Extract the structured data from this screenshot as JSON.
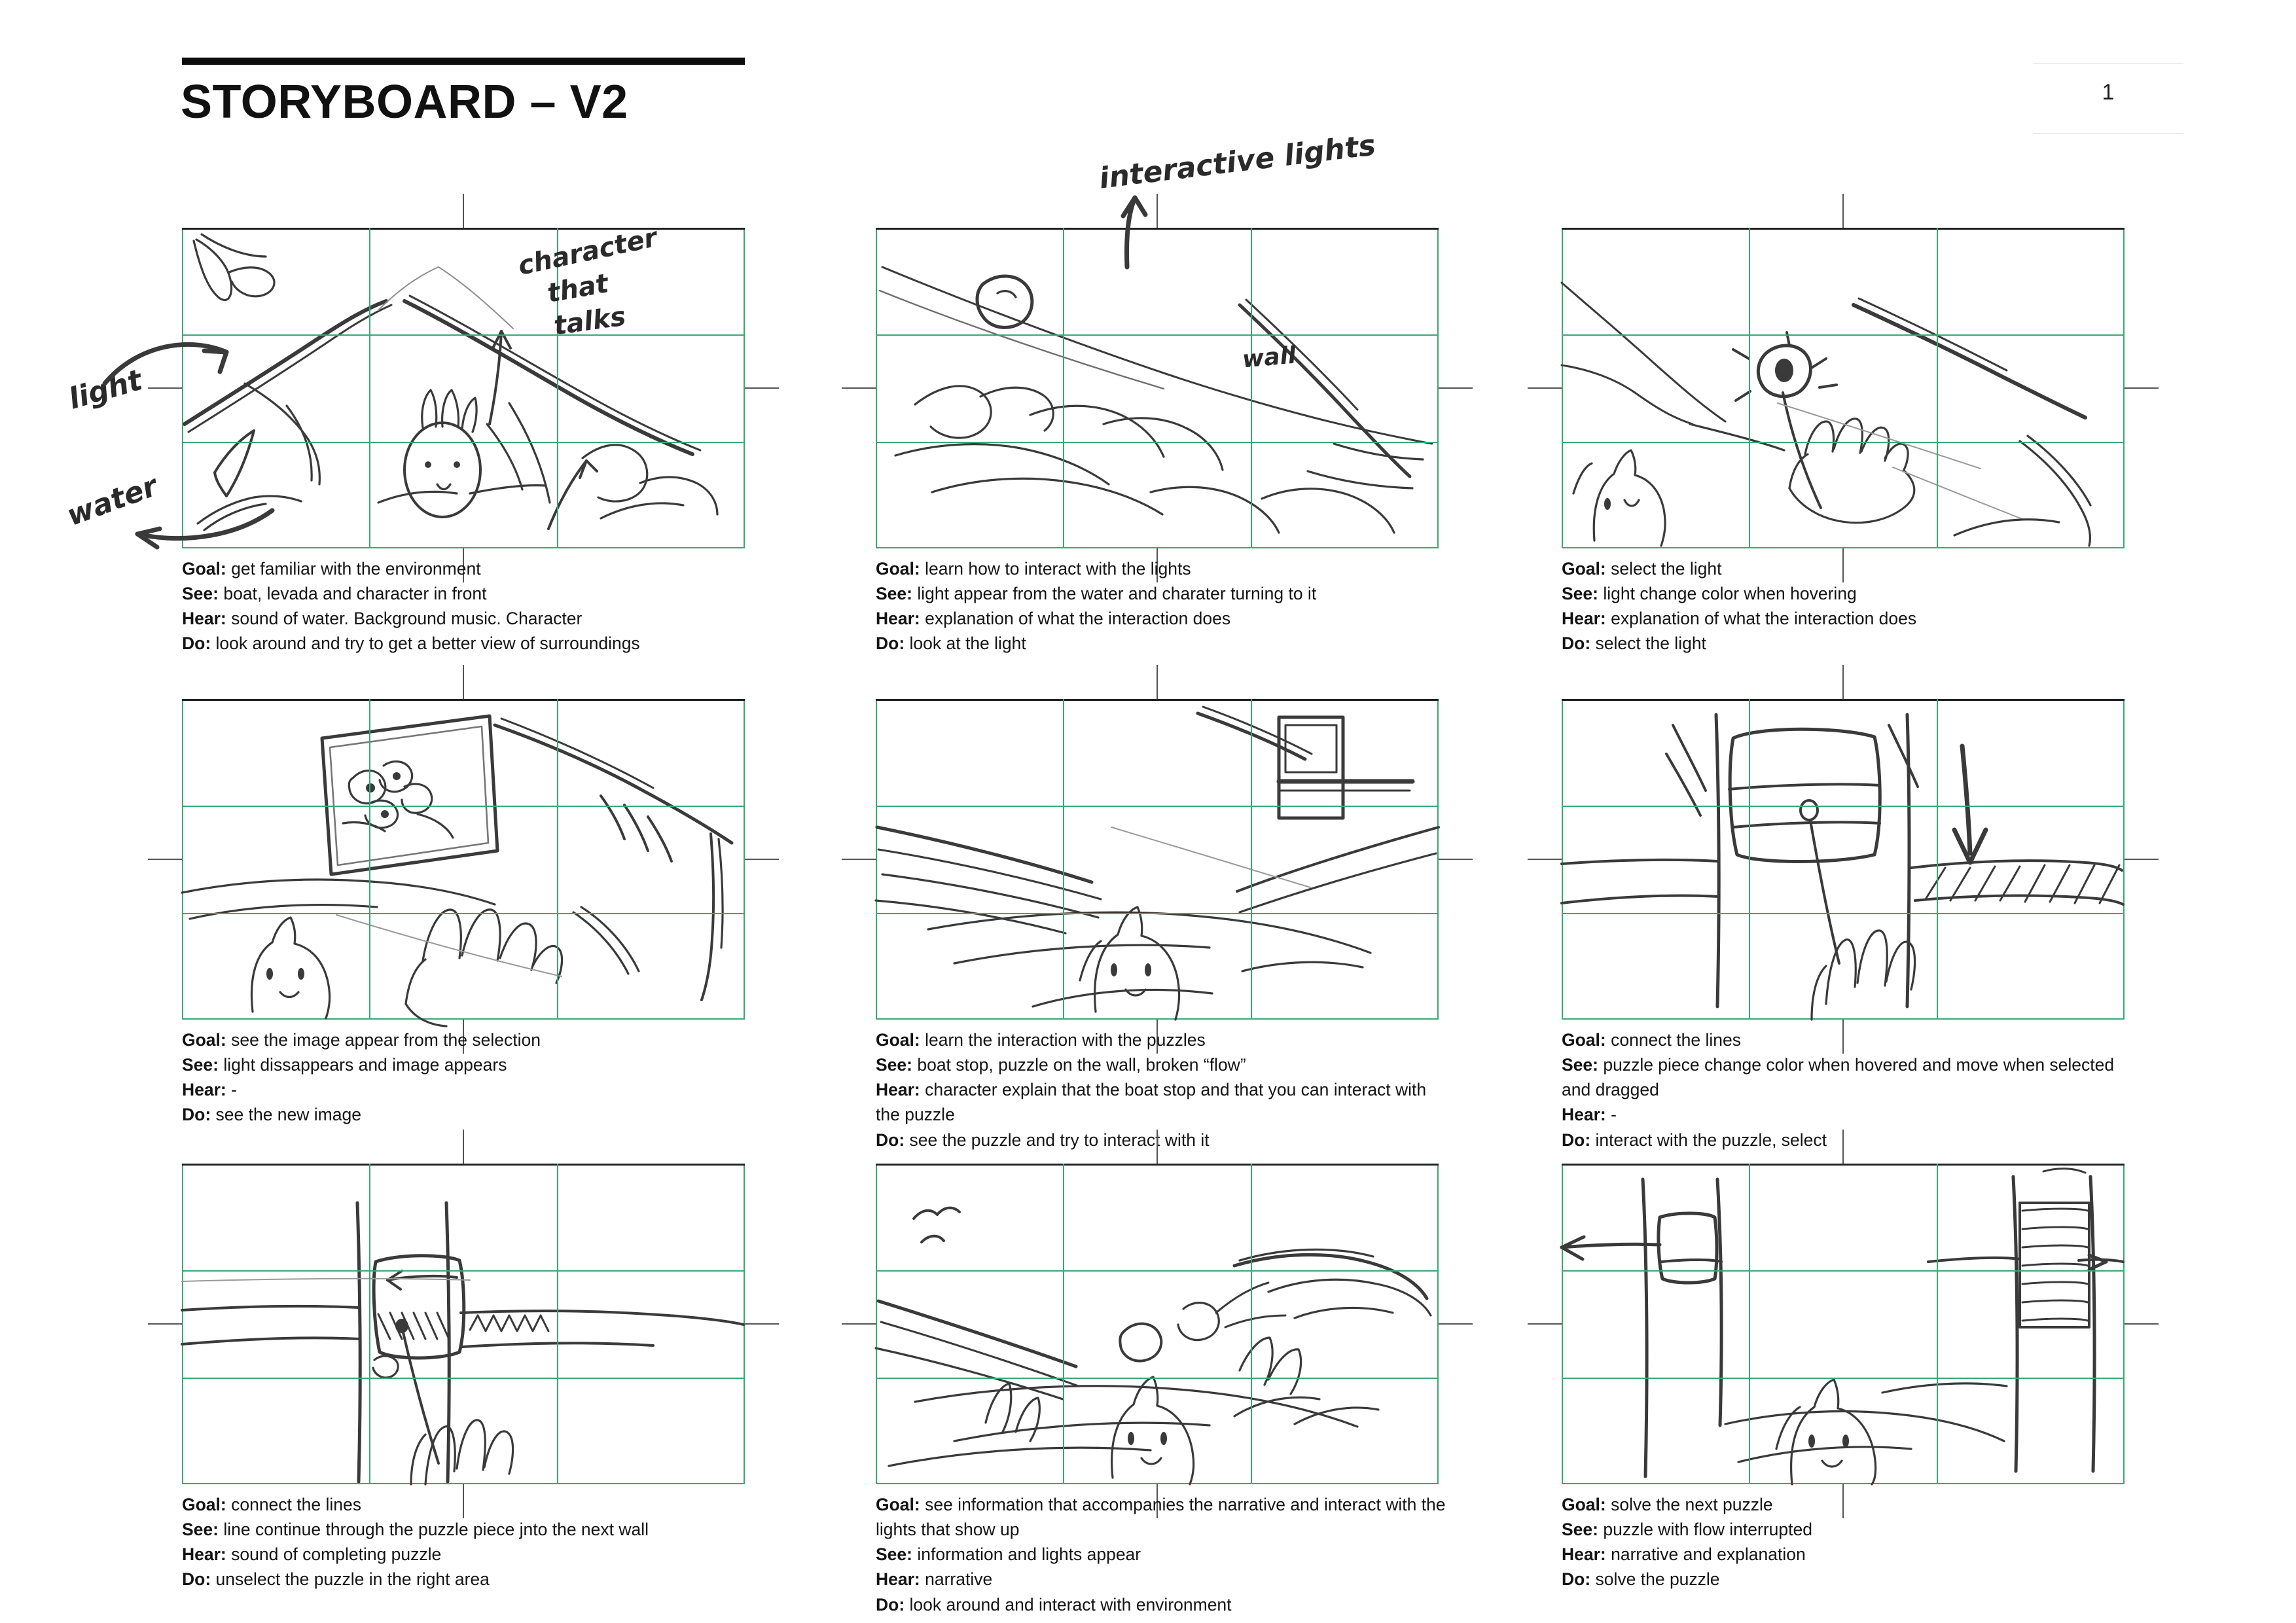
{
  "header": {
    "title": "STORYBOARD – V2",
    "page_number": "1"
  },
  "panels": [
    {
      "id": "panel-1",
      "goal_label": "Goal:",
      "goal": " get familiar with the environment",
      "see_label": "See:",
      "see": " boat, levada and character in front",
      "hear_label": "Hear:",
      "hear": " sound of water. Background music. Character",
      "do_label": "Do:",
      "do": " look around and try to get a better view of surroundings",
      "annotations": [
        "light",
        "water",
        "character that talks"
      ]
    },
    {
      "id": "panel-2",
      "goal_label": "Goal:",
      "goal": " learn how to interact with the lights",
      "see_label": "See:",
      "see": " light appear from the water and charater turning to it",
      "hear_label": "Hear:",
      "hear": " explanation of what the interaction does",
      "do_label": "Do:",
      "do": " look at the light",
      "annotations": [
        "interactive lights",
        "wall"
      ]
    },
    {
      "id": "panel-3",
      "goal_label": "Goal:",
      "goal": " select the light",
      "see_label": "See:",
      "see": " light change color when hovering",
      "hear_label": "Hear:",
      "hear": " explanation of what the interaction does",
      "do_label": "Do:",
      "do": " select the light",
      "annotations": []
    },
    {
      "id": "panel-4",
      "goal_label": "Goal:",
      "goal": " see the image appear from the selection",
      "see_label": "See:",
      "see": " light dissappears and image appears",
      "hear_label": "Hear:",
      "hear": " -",
      "do_label": "Do:",
      "do": " see the new image",
      "annotations": []
    },
    {
      "id": "panel-5",
      "goal_label": "Goal:",
      "goal": " learn the interaction with the puzzles",
      "see_label": "See:",
      "see": " boat stop, puzzle on the wall, broken “flow”",
      "hear_label": "Hear:",
      "hear": " character explain that the boat stop and that you can interact with the puzzle",
      "do_label": "Do:",
      "do": " see the puzzle and try to interact with it",
      "annotations": []
    },
    {
      "id": "panel-6",
      "goal_label": "Goal:",
      "goal": " connect the lines",
      "see_label": "See:",
      "see": " puzzle piece change color when hovered and move when selected and dragged",
      "hear_label": "Hear:",
      "hear": " -",
      "do_label": "Do:",
      "do": " interact with the puzzle, select",
      "annotations": []
    },
    {
      "id": "panel-7",
      "goal_label": "Goal:",
      "goal": " connect the lines",
      "see_label": "See:",
      "see": " line continue through the puzzle piece jnto the next wall",
      "hear_label": "Hear:",
      "hear": " sound of completing puzzle",
      "do_label": "Do:",
      "do": " unselect the puzzle in the right area",
      "annotations": []
    },
    {
      "id": "panel-8",
      "goal_label": "Goal:",
      "goal": " see information that accompanies the narrative and interact with the lights that show up",
      "see_label": "See:",
      "see": " information and lights appear",
      "hear_label": "Hear:",
      "hear": " narrative",
      "do_label": "Do:",
      "do": " look around and interact with environment",
      "annotations": []
    },
    {
      "id": "panel-9",
      "goal_label": "Goal:",
      "goal": " solve the next puzzle",
      "see_label": "See:",
      "see": " puzzle with flow interrupted",
      "hear_label": "Hear:",
      "hear": " narrative and explanation",
      "do_label": "Do:",
      "do": " solve the puzzle",
      "annotations": []
    }
  ],
  "annotations": {
    "light": "light",
    "water": "water",
    "character_that_talks_1": "character",
    "character_that_talks_2": "that",
    "character_that_talks_3": "talks",
    "interactive_lights": "interactive lights",
    "wall": "wall"
  },
  "colors": {
    "grid_green": "#3aa873",
    "sketch_ink": "#3a3a3a",
    "text": "#141414",
    "rule": "#0d0d0d"
  }
}
